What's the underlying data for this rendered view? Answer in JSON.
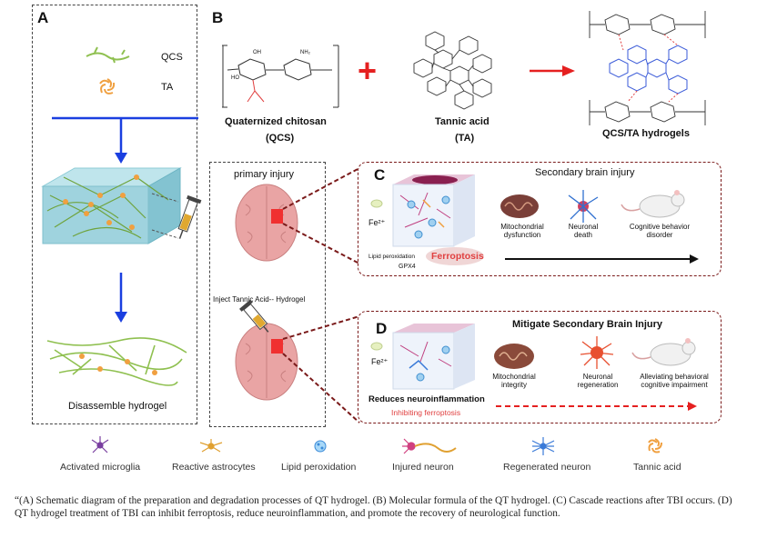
{
  "panel_a": {
    "letter": "A",
    "qcs_label": "QCS",
    "ta_label": "TA",
    "bottom_label": "Disassemble hydrogel"
  },
  "panel_b": {
    "letter": "B",
    "chitosan_line1": "Quaternized chitosan",
    "chitosan_line2": "(QCS)",
    "tannic_line1": "Tannic acid",
    "tannic_line2": "(TA)",
    "product_label": "QCS/TA hydrogels",
    "plus": "+",
    "nh2": "NH₂",
    "oh": "OH",
    "ho": "HO"
  },
  "brain_column": {
    "primary_injury": "primary injury",
    "inject_label": "Inject Tannic Acid-- Hydrogel"
  },
  "panel_c": {
    "letter": "C",
    "title": "Secondary brain injury",
    "fe": "Fe²⁺",
    "lipid": "Lipid peroxidation",
    "gpx4": "GPX4",
    "ferroptosis": "Ferroptosis",
    "item1": "Mitochondrial dysfunction",
    "item2": "Neuronal death",
    "item3": "Cognitive behavior disorder"
  },
  "panel_d": {
    "letter": "D",
    "title": "Mitigate Secondary Brain Injury",
    "fe": "Fe²⁺",
    "reduces": "Reduces neuroinflammation",
    "inhibiting": "Inhibiting ferroptosis",
    "item1": "Mitochondrial integrity",
    "item2": "Neuronal regeneration",
    "item3": "Alleviating behavioral cognitive impairment"
  },
  "legend": {
    "items": [
      "Activated microglia",
      "Reactive astrocytes",
      "Lipid peroxidation",
      "Injured neuron",
      "Regenerated neuron",
      "Tannic acid"
    ]
  },
  "caption": "“(A) Schematic diagram of the preparation and degradation processes of QT hydrogel. (B) Molecular formula of the QT hydrogel. (C) Cascade reactions after TBI occurs. (D) QT hydrogel treatment of TBI can inhibit ferroptosis, reduce neuroinflammation, and promote the recovery of neurological function.",
  "colors": {
    "blue_arrow": "#1a3fe0",
    "red": "#e52020",
    "dark_red_dash": "#7a1a1a",
    "green_fiber": "#8fc050",
    "cube": "#9fd3de",
    "brain": "#e9a4a4",
    "injury": "#f03030",
    "ferroptosis": "#e04040"
  }
}
